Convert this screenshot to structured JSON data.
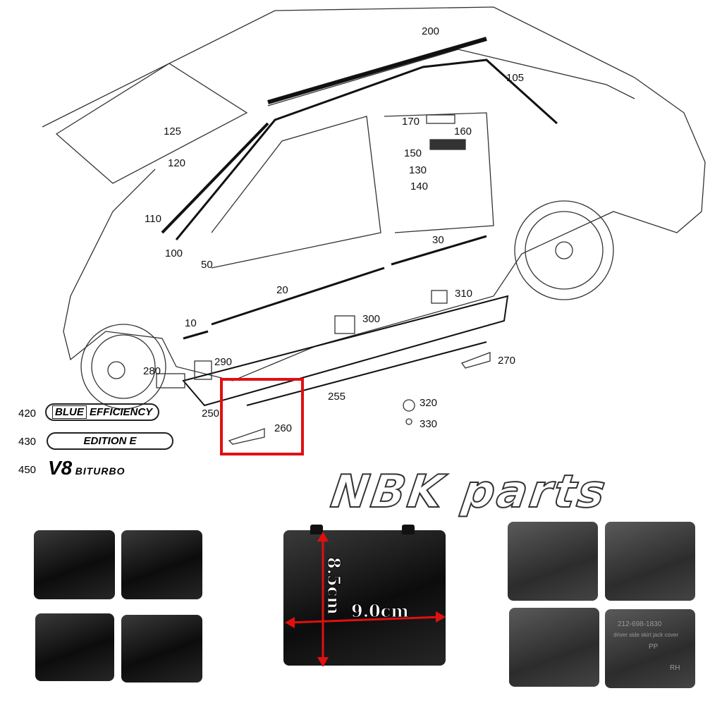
{
  "watermark": "NBK parts",
  "callouts": [
    "200",
    "105",
    "170",
    "160",
    "150",
    "130",
    "140",
    "125",
    "120",
    "110",
    "100",
    "50",
    "30",
    "20",
    "10",
    "310",
    "300",
    "290",
    "280",
    "270",
    "255",
    "250",
    "260",
    "320",
    "330"
  ],
  "emblems": [
    {
      "num": "420",
      "text_a": "BLUE",
      "text_b": "EFFICIENCY"
    },
    {
      "num": "430",
      "text": "EDITION E"
    },
    {
      "num": "450",
      "text_a": "V8",
      "text_b": "BITURBO"
    }
  ],
  "highlight_color": "#e01010",
  "highlighted_part": "260",
  "dimensions": {
    "height": "8.5cm",
    "width": "9.0cm"
  },
  "back_labels": [
    "212-698-1830",
    "driver side skirt jack cover",
    "PP",
    "RH"
  ]
}
